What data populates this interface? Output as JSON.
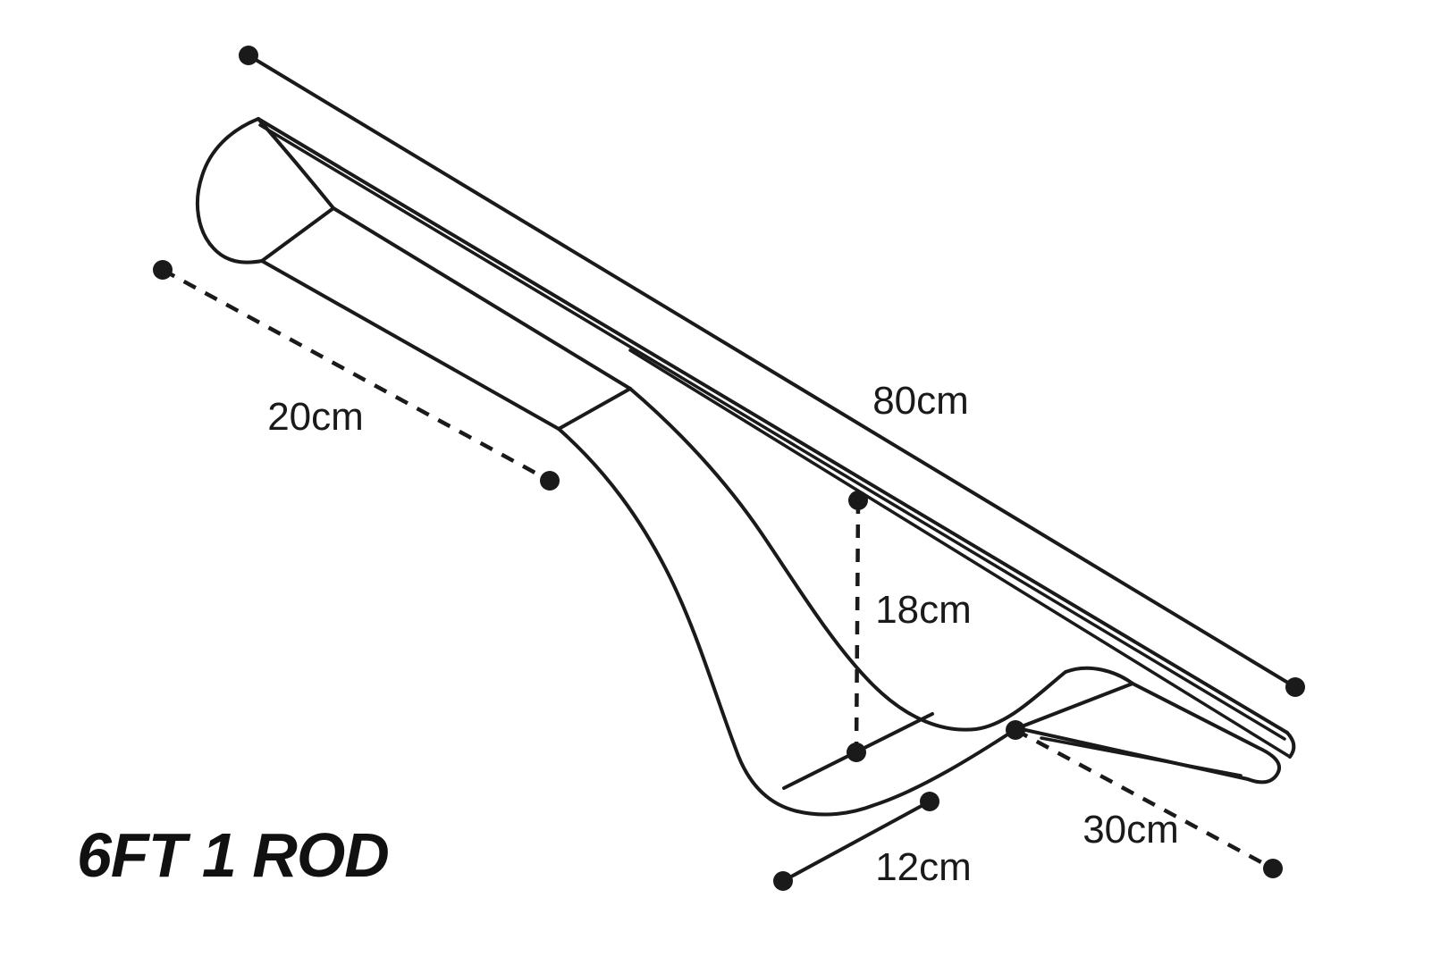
{
  "page": {
    "background": "#ffffff",
    "ink": "#1a1a1a"
  },
  "product": {
    "name_label": "6FT 1 ROD"
  },
  "diagram": {
    "type": "isometric-line-drawing-rod-holder-channel",
    "dimensions": {
      "overall_length": {
        "label": "80cm",
        "value": 80,
        "unit": "cm",
        "line_style": "solid"
      },
      "left_section_length": {
        "label": "20cm",
        "value": 20,
        "unit": "cm",
        "line_style": "dashed"
      },
      "drop_depth": {
        "label": "18cm",
        "value": 18,
        "unit": "cm",
        "line_style": "dashed"
      },
      "channel_width": {
        "label": "12cm",
        "value": 12,
        "unit": "cm",
        "line_style": "solid"
      },
      "right_section_length": {
        "label": "30cm",
        "value": 30,
        "unit": "cm",
        "line_style": "dashed"
      }
    }
  }
}
